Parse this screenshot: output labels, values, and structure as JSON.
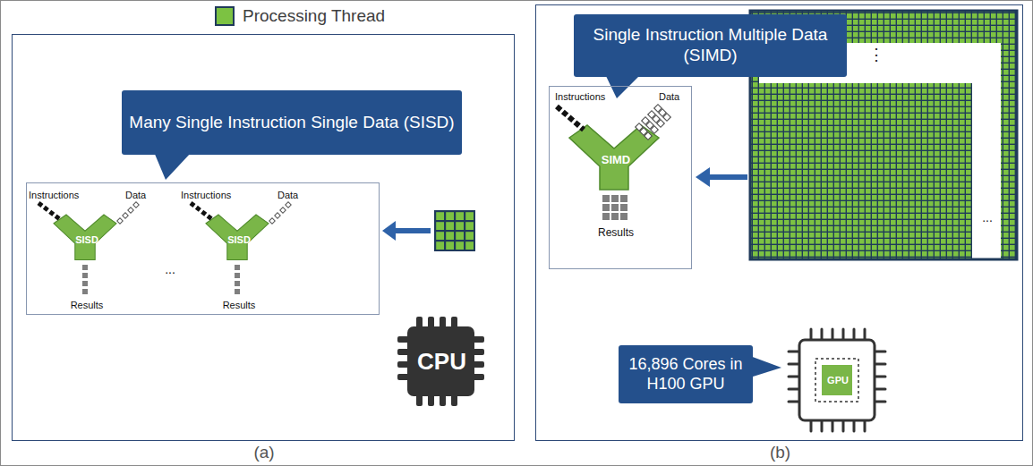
{
  "diagram": {
    "nodes": [
      {
        "text": [
          "(a)"
        ]
      },
      {
        "text": [
          "Many Single Instruction Single Data (SISD)"
        ],
        "in": 0
      },
      {
        "text": [
          "..."
        ],
        "in": 0
      },
      {
        "text": [
          "Instructions",
          "Data",
          "SISD",
          "Results"
        ],
        "in": 2
      },
      {
        "text": [
          "Instructions",
          "Data",
          "SISD",
          "Results"
        ],
        "in": 2
      },
      {
        "text": [
          "CPU"
        ],
        "in": 0
      },
      {
        "text": [
          "(b)"
        ]
      },
      {
        "text": [
          "Single Instruction Multiple Data (SIMD)"
        ],
        "in": 6
      },
      {
        "text": [
          "Instructions",
          "Data",
          "SIMD",
          "Results"
        ],
        "in": 6
      },
      {
        "text": [
          "⋮",
          "..."
        ],
        "in": 6
      },
      {
        "text": [
          "16,896 Cores in H100 GPU"
        ],
        "in": 6
      },
      {
        "text": [
          "GPU"
        ],
        "in": 6
      }
    ],
    "legend": [
      {
        "text": "Processing Thread",
        "color": "#7cc242"
      }
    ]
  }
}
